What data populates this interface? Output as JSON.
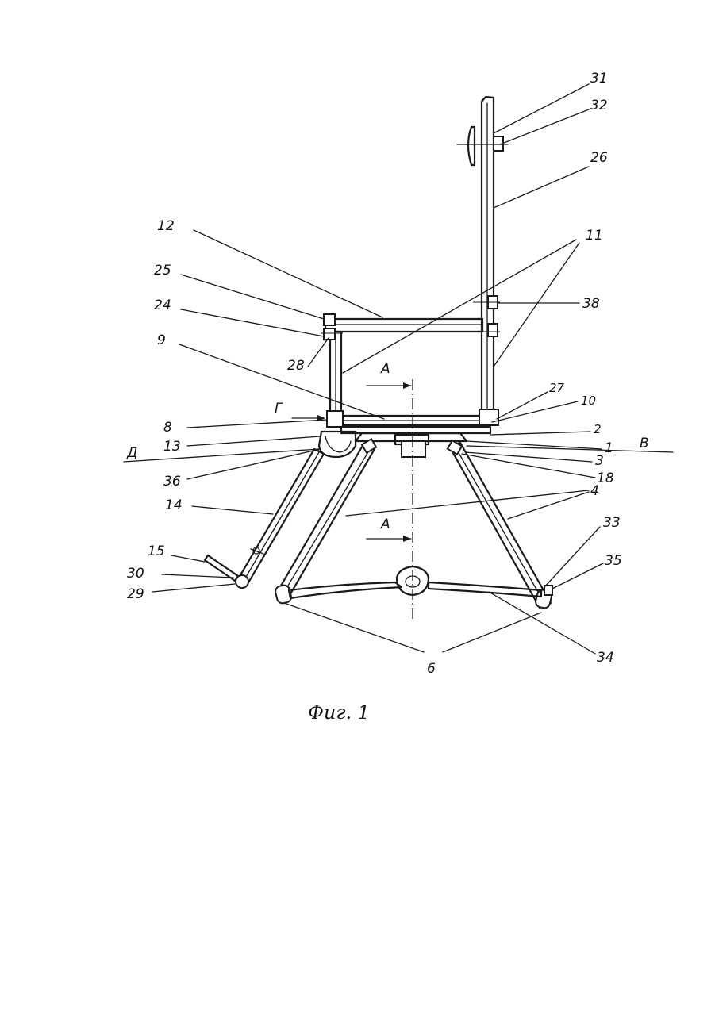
{
  "figure": {
    "caption": "Фиг. 1",
    "section_labels": {
      "a_top": "А",
      "a_bottom": "А",
      "g": "Г",
      "d": "Д",
      "v": "В"
    },
    "part_labels": {
      "p31": "31",
      "p32": "32",
      "p26": "26",
      "p11": "11",
      "p12": "12",
      "p25": "25",
      "p24": "24",
      "p38": "38",
      "p9": "9",
      "p28": "28",
      "p27": "27",
      "p10": "10",
      "p8": "8",
      "p2": "2",
      "p13": "13",
      "p1": "1",
      "p3": "3",
      "p36": "36",
      "p18": "18",
      "p14": "14",
      "p4": "4",
      "p33": "33",
      "p15": "15",
      "p35": "35",
      "p30": "30",
      "p29": "29",
      "p34": "34",
      "p6": "6"
    }
  }
}
